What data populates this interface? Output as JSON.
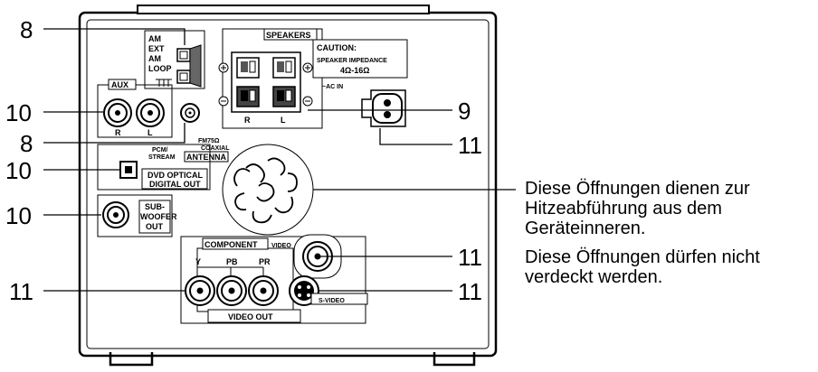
{
  "callouts": {
    "left_8_top": "8",
    "left_10_aux": "10",
    "left_8_mid": "8",
    "left_10_pcm": "10",
    "left_10_sub": "10",
    "left_11_component": "11",
    "right_9": "9",
    "right_11_acin": "11",
    "right_11_video": "11",
    "right_11_svideo": "11"
  },
  "labels": {
    "am": "AM",
    "ext": "EXT",
    "am2": "AM",
    "loop": "LOOP",
    "aux": "AUX",
    "aux_r": "R",
    "aux_l": "L",
    "fm": "FM75Ω",
    "coaxial": "COAXIAL",
    "antenna": "ANTENNA",
    "pcm": "PCM/",
    "stream": "STREAM",
    "dvd_optical": "DVD OPTICAL",
    "digital_out": "DIGITAL OUT",
    "sub": "SUB-",
    "woofer": "WOOFER",
    "out": "OUT",
    "speakers": "SPEAKERS",
    "caution": "CAUTION:",
    "speaker_impedance": "SPEAKER IMPEDANCE",
    "impedance_value": "4Ω-16Ω",
    "spk_r": "R",
    "spk_l": "L",
    "ac_in": "~AC IN",
    "component": "COMPONENT",
    "comp_y": "Y",
    "comp_pb": "PB",
    "comp_pr": "PR",
    "video": "VIDEO",
    "s_video": "S-VIDEO",
    "video_out": "VIDEO  OUT"
  },
  "notes": {
    "line1": "Diese Öffnungen dienen zur",
    "line2": "Hitzeabführung aus dem",
    "line3": "Geräteinneren.",
    "line4": "Diese Öffnungen dürfen nicht",
    "line5": "verdeckt werden."
  }
}
